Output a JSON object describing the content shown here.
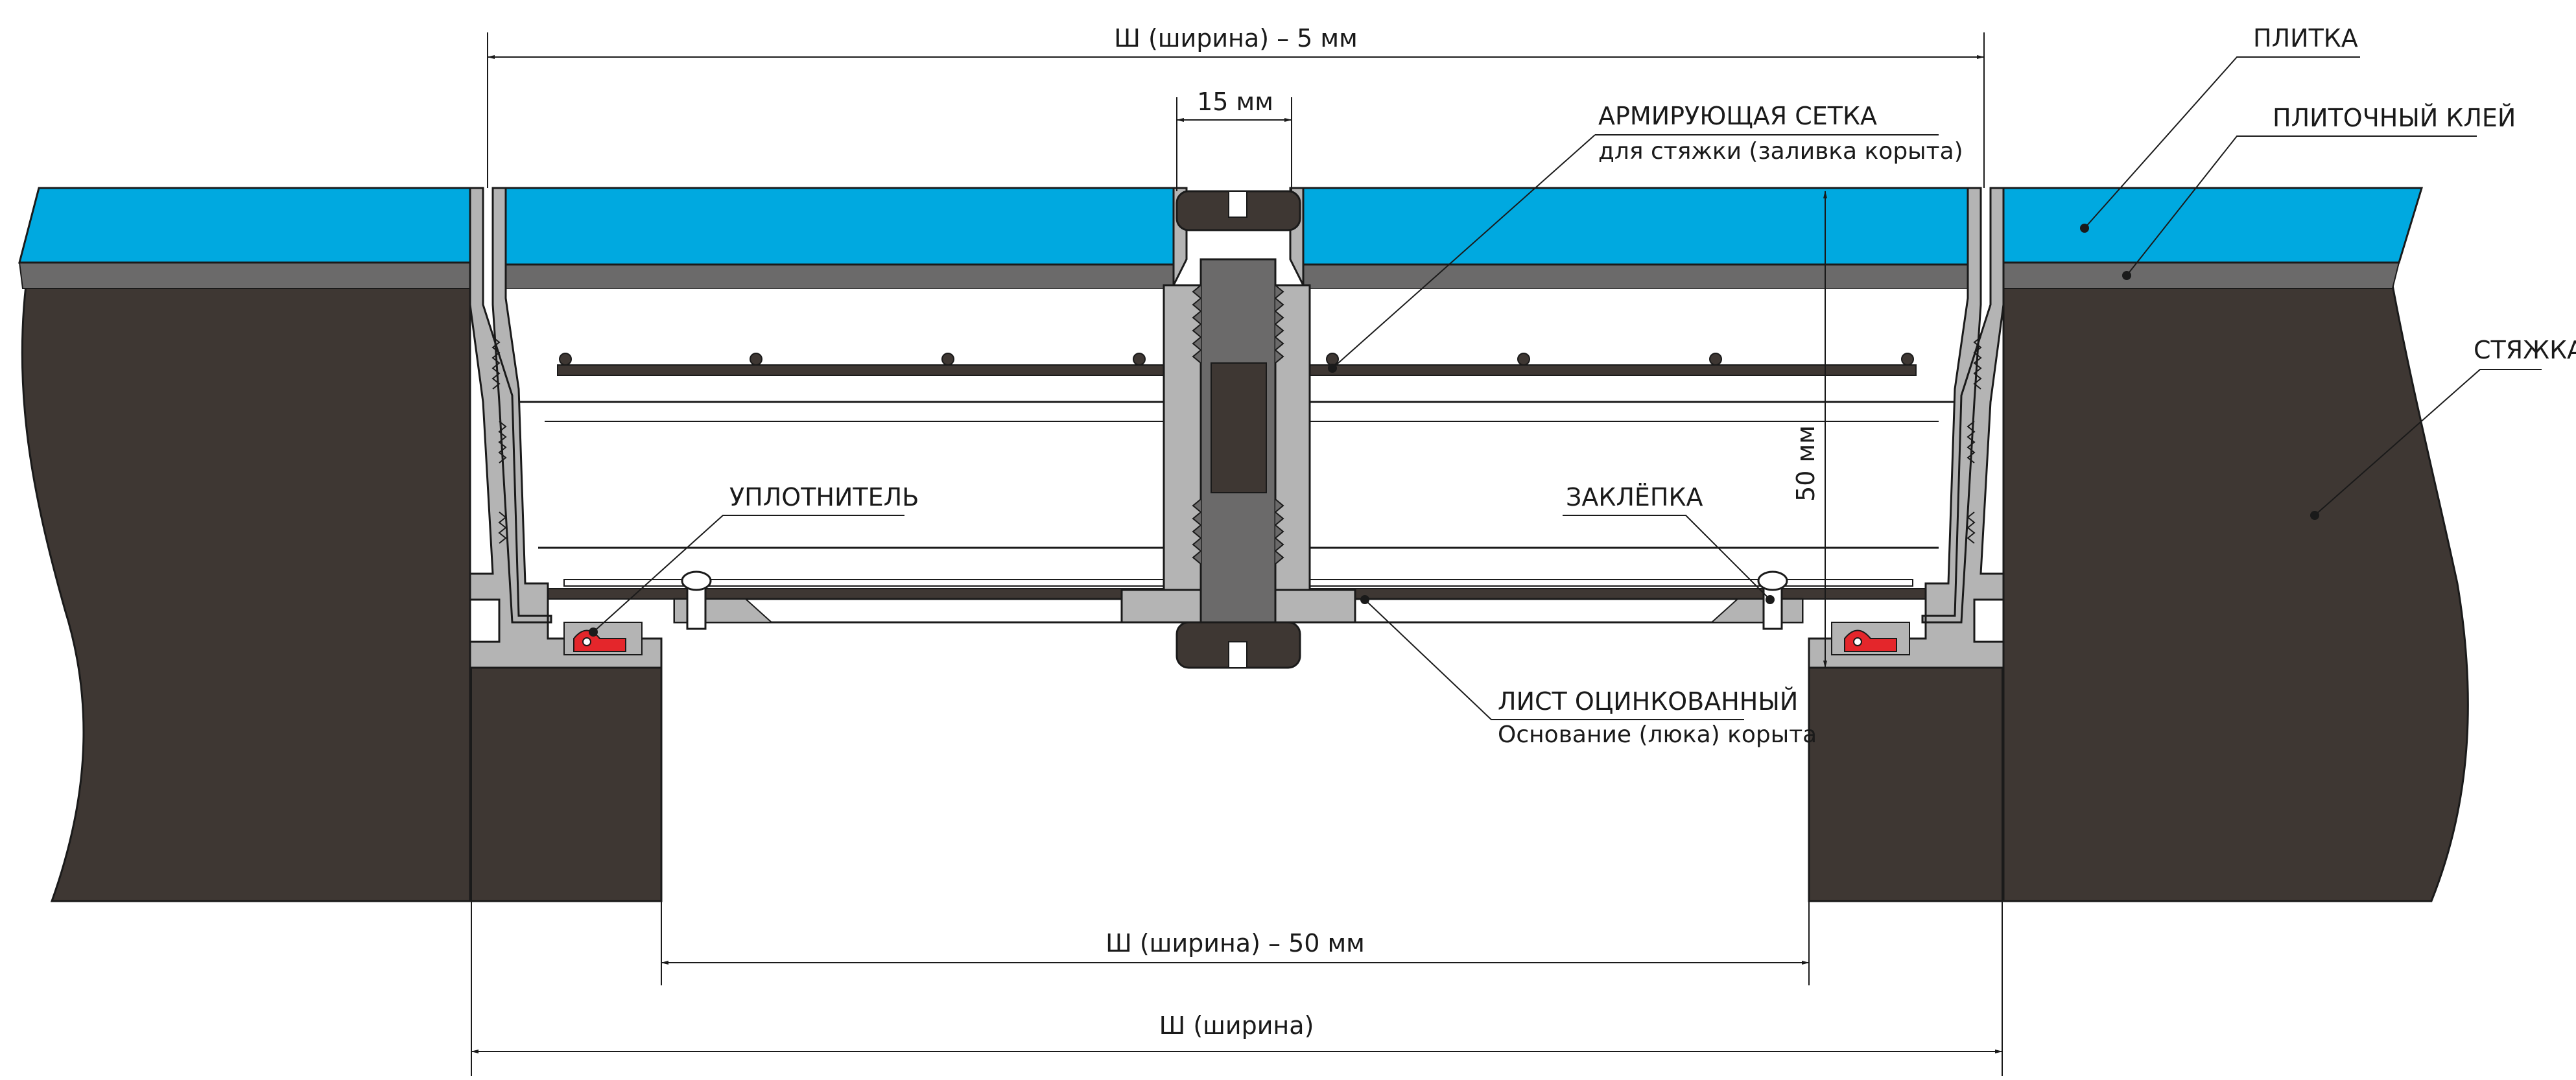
{
  "labels": {
    "tile": "ПЛИТКА",
    "tile_adhesive": "ПЛИТОЧНЫЙ КЛЕЙ",
    "screed": "СТЯЖКА",
    "mesh": "АРМИРУЮЩАЯ СЕТКА",
    "mesh_sub": "для стяжки (заливка корыта)",
    "seal": "УПЛОТНИТЕЛЬ",
    "rivet": "ЗАКЛЁПКА",
    "sheet": "ЛИСТ ОЦИНКОВАННЫЙ",
    "sheet_sub": "Основание (люка) корыта"
  },
  "dimensions": {
    "top_width": "Ш (ширина) – 5 мм",
    "gap": "15 мм",
    "depth": "50 мм",
    "inner_width": "Ш (ширина) – 50 мм",
    "total_width": "Ш (ширина)"
  },
  "colors": {
    "tile": "#00a9e0",
    "adhesive": "#6b6a6a",
    "screed": "#3e3733",
    "frame": "#b4b4b4",
    "seal": "#e4262b",
    "line": "#1a1a1a"
  }
}
